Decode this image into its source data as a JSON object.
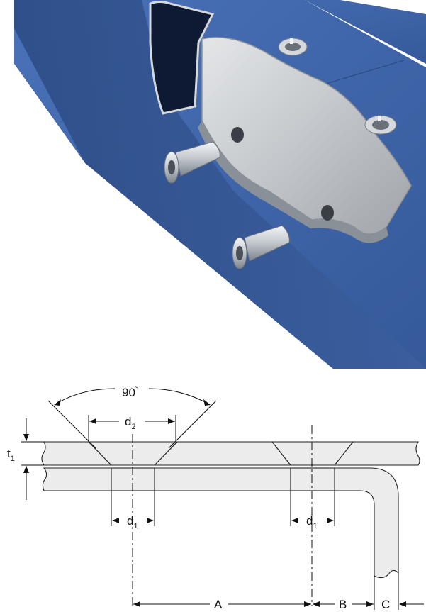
{
  "photo": {
    "description_icon": "blind-rivet-nut-installation-illustration",
    "colors": {
      "beam": "#3f64a6",
      "beam_dark": "#2c4a80",
      "plate": "#c9ccd0",
      "fastener": "#d9dde2"
    }
  },
  "drawing": {
    "angle_label": "90",
    "angle_unit": "°",
    "d2_base": "d",
    "d2_sub": "2",
    "t1_base": "t",
    "t1_sub": "1",
    "d1_base": "d",
    "d1_sub": "1",
    "d1b_base": "d",
    "d1b_sub": "1",
    "a_label": "A",
    "b_label": "B",
    "c_label": "C",
    "colors": {
      "hatch": "#222222",
      "fill": "#ececec",
      "line": "#111111"
    }
  }
}
